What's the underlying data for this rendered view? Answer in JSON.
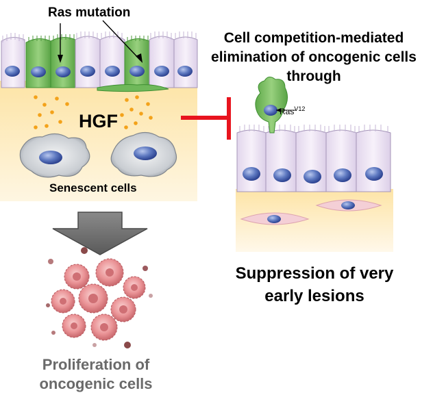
{
  "labels": {
    "ras_mutation": "Ras mutation",
    "hgf": "HGF",
    "senescent_cells": "Senescent cells",
    "cell_competition": "Cell competition-mediated elimination of oncogenic cells through",
    "ras_v12_base": "Ras",
    "ras_v12_sup": "V12",
    "suppression": "Suppression of very early lesions",
    "proliferation": "Proliferation of oncogenic cells"
  },
  "colors": {
    "stroma": "#fde9b6",
    "normal_cell": "#efe4f4",
    "normal_cell_edge": "#a596b8",
    "ras_cell": "#82c46c",
    "ras_cell_edge": "#3f8f32",
    "nucleus": "#5470b8",
    "hgf_dot": "#f3a21a",
    "inhibition": "#e8141e",
    "arrow": "#6d6d6d",
    "tumor": "#e88a8d",
    "fibroblast": "#f4cfd6"
  }
}
